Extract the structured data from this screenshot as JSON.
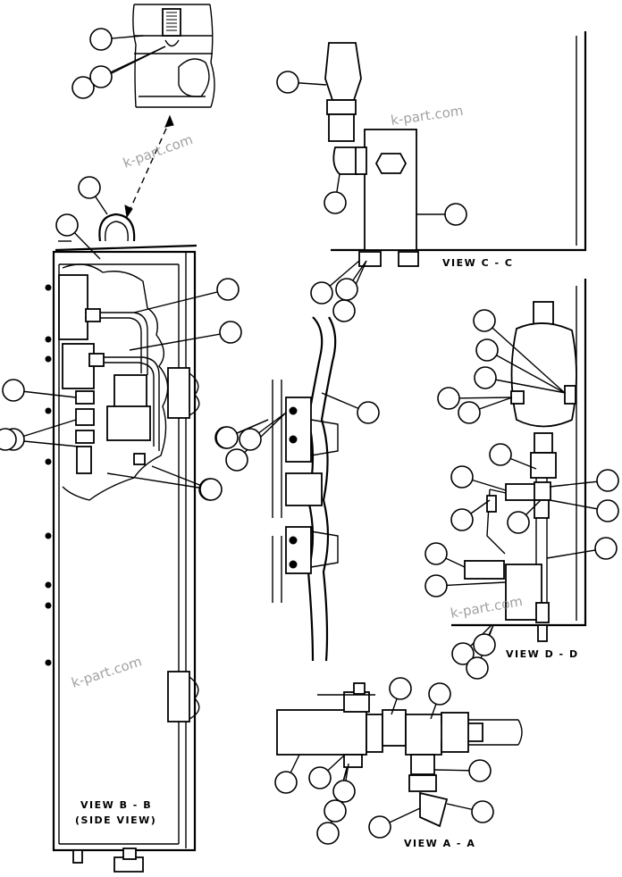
{
  "labels": {
    "view_c": "VIEW C - C",
    "view_d": "VIEW D - D",
    "view_a": "VIEW A - A",
    "view_b_line1": "VIEW B - B",
    "view_b_line2": "(SIDE VIEW)"
  },
  "watermark": "k-part.com",
  "callout_count": 50
}
